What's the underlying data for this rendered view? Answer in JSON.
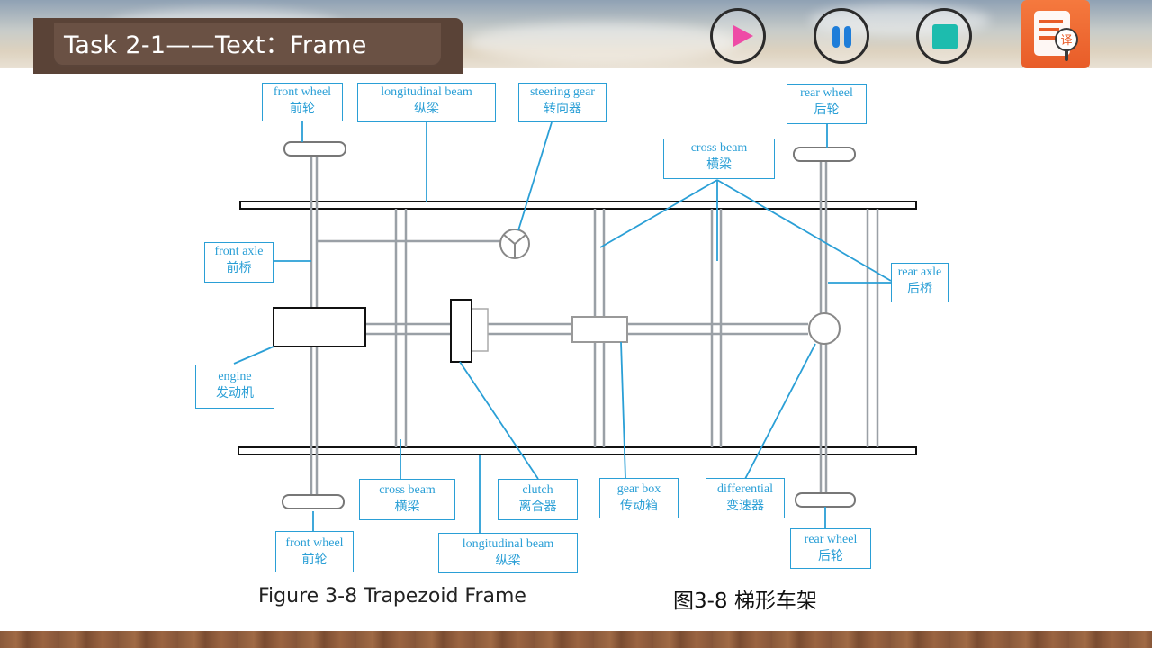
{
  "header": {
    "title": "Task 2-1——Text：Frame"
  },
  "controls": {
    "play": "play-icon",
    "pause": "pause-icon",
    "stop": "stop-icon",
    "translate": "translate-icon",
    "translate_glyph": "译"
  },
  "labels": {
    "front_wheel_top": {
      "en": "front wheel",
      "cn": "前轮"
    },
    "long_beam_top": {
      "en": "longitudinal beam",
      "cn": "纵梁"
    },
    "steering_gear": {
      "en": "steering gear",
      "cn": "转向器"
    },
    "rear_wheel_top": {
      "en": "rear wheel",
      "cn": "后轮"
    },
    "cross_beam_top": {
      "en": "cross beam",
      "cn": "横梁"
    },
    "front_axle": {
      "en": "front axle",
      "cn": "前桥"
    },
    "rear_axle": {
      "en": "rear axle",
      "cn": "后桥"
    },
    "engine": {
      "en": "engine",
      "cn": "发动机"
    },
    "cross_beam_bottom": {
      "en": "cross beam",
      "cn": "横梁"
    },
    "clutch": {
      "en": "clutch",
      "cn": "离合器"
    },
    "gear_box": {
      "en": "gear box",
      "cn": "传动箱"
    },
    "differential": {
      "en": "differential",
      "cn": "变速器"
    },
    "front_wheel_bottom": {
      "en": "front wheel",
      "cn": "前轮"
    },
    "long_beam_bottom": {
      "en": "longitudinal beam",
      "cn": "纵梁"
    },
    "rear_wheel_bottom": {
      "en": "rear wheel",
      "cn": "后轮"
    }
  },
  "caption": {
    "en": "Figure 3-8  Trapezoid Frame",
    "cn": "图3-8  梯形车架"
  },
  "colors": {
    "label": "#2a9fd6",
    "play": "#ee4ba6",
    "pause": "#1e7dd9",
    "stop": "#1dbcae",
    "translate_bg": "#e85c28",
    "title_bg": "#5a4337"
  }
}
